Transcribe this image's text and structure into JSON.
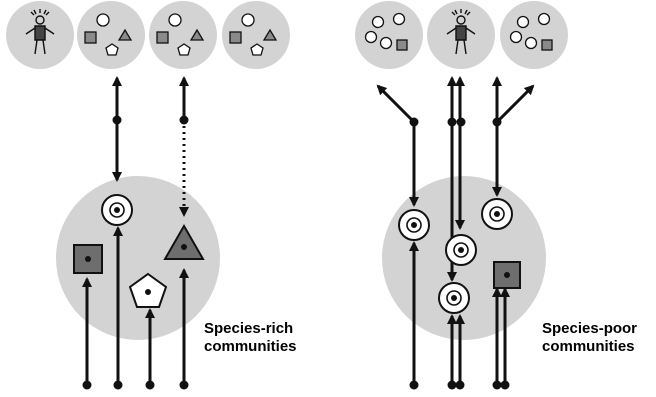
{
  "captions": {
    "left_line1": "Species-rich",
    "left_line2": "communities",
    "right_line1": "Species-poor",
    "right_line2": "communities"
  },
  "colors": {
    "community": "#d3d3d3",
    "ink": "#111111",
    "shape_fill": "#ffffff",
    "square_fill": "#6e6e6e",
    "triangle_fill": "#6e6e6e",
    "mini_square_fill": "#8a8a8a"
  },
  "icons": [
    "human-figure-icon",
    "circle-icon",
    "square-icon",
    "triangle-icon",
    "pentagon-icon"
  ]
}
